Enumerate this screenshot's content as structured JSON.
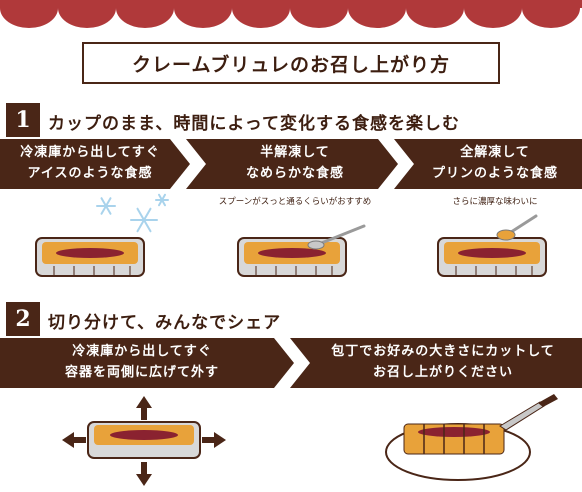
{
  "title": "クレームブリュレのお召し上がり方",
  "section1": {
    "number": "1",
    "heading": "カップのまま、時間によって変化する食感を楽しむ",
    "steps": [
      {
        "line1": "冷凍庫から出してすぐ",
        "line2": "アイスのような食感",
        "note": ""
      },
      {
        "line1": "半解凍して",
        "line2": "なめらかな食感",
        "note": "スプーンがスっと通るくらいがおすすめ"
      },
      {
        "line1": "全解凍して",
        "line2": "プリンのような食感",
        "note": "さらに濃厚な味わいに"
      }
    ]
  },
  "section2": {
    "number": "2",
    "heading": "切り分けて、みんなでシェア",
    "steps": [
      {
        "line1": "冷凍庫から出してすぐ",
        "line2": "容器を両側に広げて外す"
      },
      {
        "line1": "包丁でお好みの大きさにカットして",
        "line2": "お召し上がりください"
      }
    ]
  },
  "colors": {
    "brand_brown": "#4a2617",
    "scallop_red": "#b0393a",
    "caramel": "#e8a23a",
    "berry": "#8a2230",
    "snow_blue": "#a9d3ec"
  }
}
